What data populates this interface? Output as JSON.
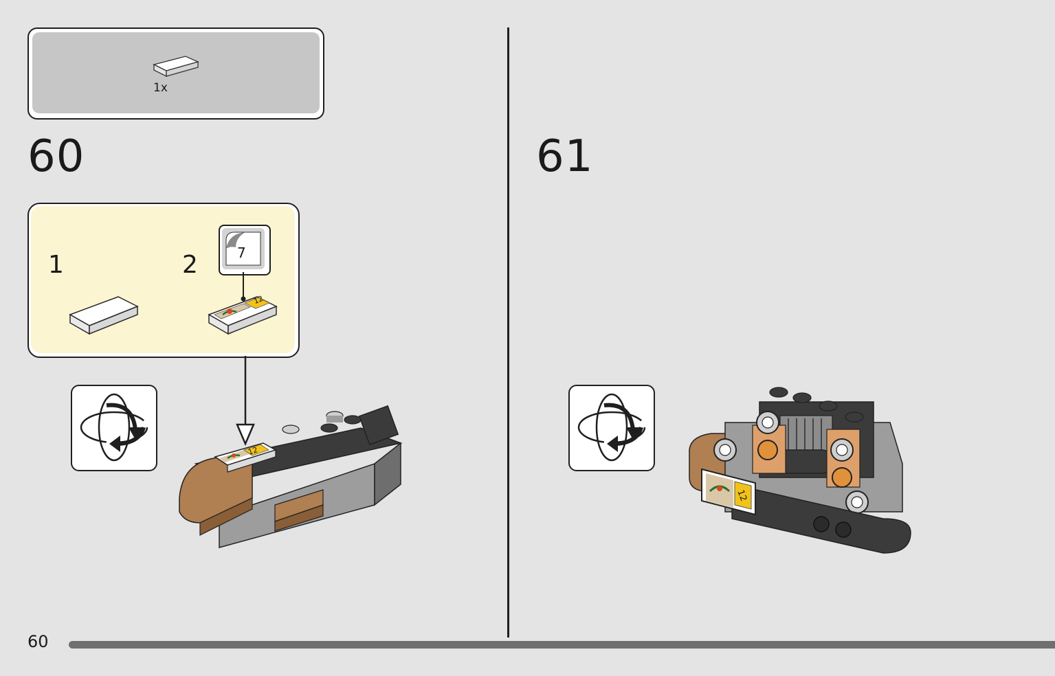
{
  "parts_list": {
    "items": [
      {
        "part": "white-1x2-tile",
        "quantity": "1x"
      }
    ]
  },
  "steps": [
    {
      "number": "60",
      "sub_assembly": {
        "sub_steps": [
          {
            "number": "1"
          },
          {
            "number": "2",
            "sticker_sheet_ref": "7",
            "sticker_label": "12"
          }
        ]
      },
      "model_sticker_label": "12",
      "rotate_icon": "rotate-model-icon"
    },
    {
      "number": "61",
      "model_sticker_label": "12",
      "rotate_icon": "rotate-model-icon"
    }
  ],
  "footer": {
    "page_number": "60"
  },
  "colors": {
    "background": "#e4e4e4",
    "parts_box": "#c6c6c6",
    "sub_assembly_box": "#fcf5d2",
    "sticker_yellow": "#f2c21a",
    "brick_brown": "#b07f52",
    "brick_dark": "#3a3a3a",
    "brick_gray": "#9d9d9d"
  }
}
